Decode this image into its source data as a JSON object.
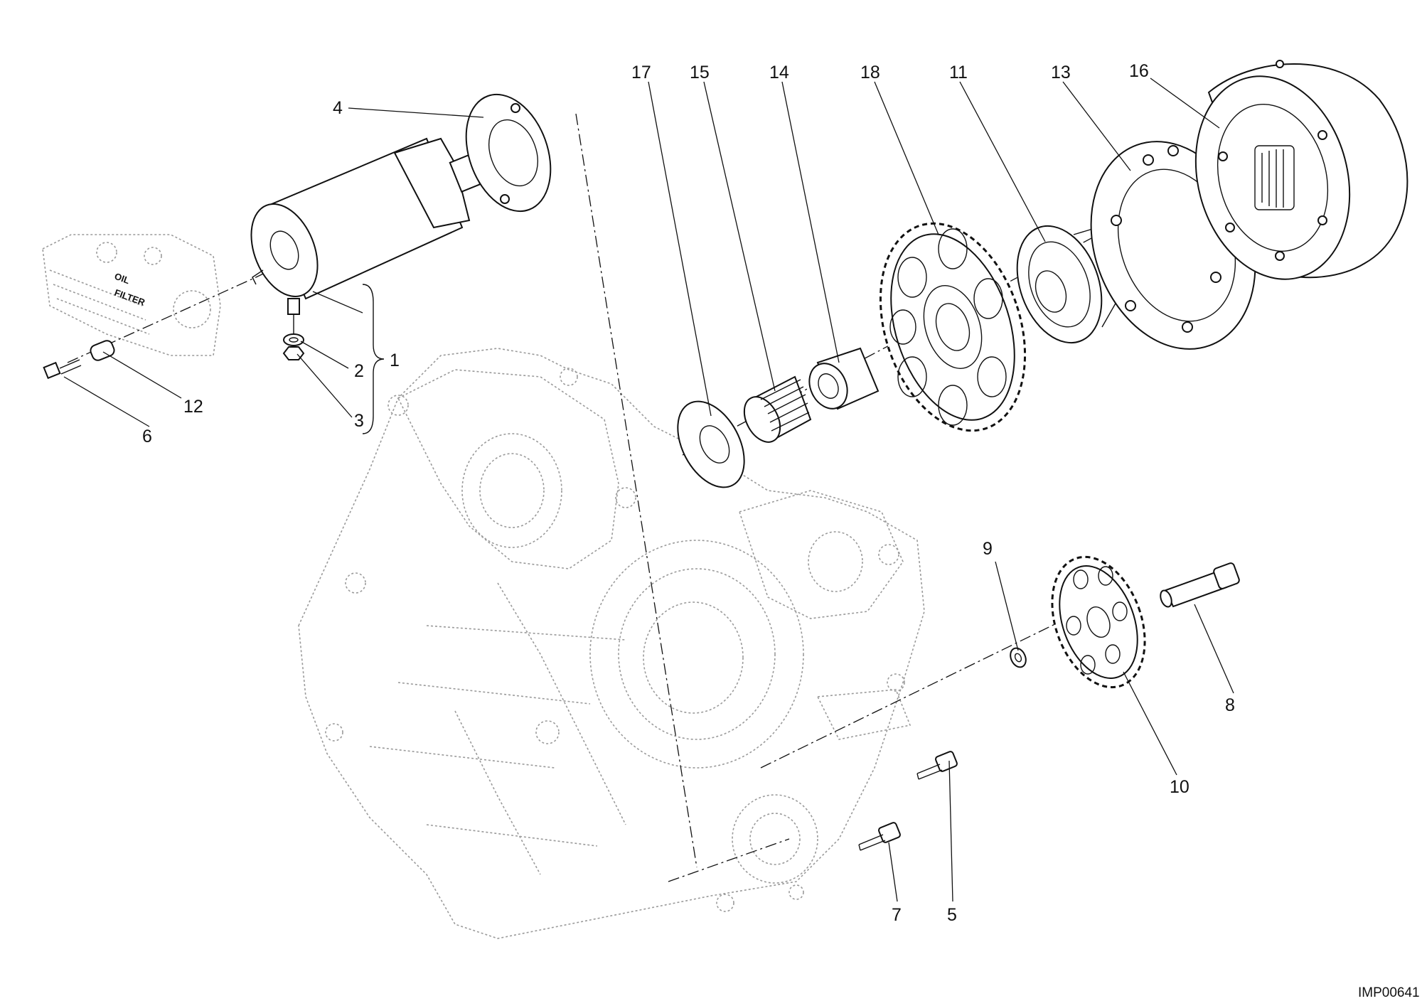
{
  "diagram": {
    "code": "IMP00641",
    "callouts": [
      "1",
      "2",
      "3",
      "4",
      "5",
      "6",
      "7",
      "8",
      "9",
      "10",
      "11",
      "12",
      "13",
      "14",
      "15",
      "16",
      "17",
      "18"
    ],
    "crankcase_text": {
      "line1": "OIL",
      "line2": "FILTER"
    }
  }
}
